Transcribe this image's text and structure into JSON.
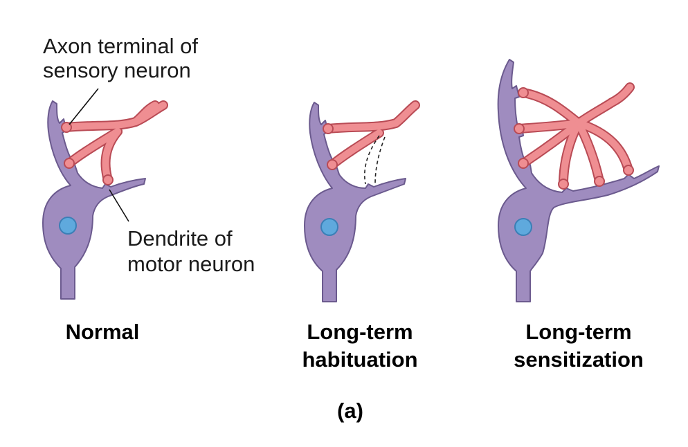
{
  "annotations": {
    "axon_line1": "Axon terminal of",
    "axon_line2": "sensory neuron",
    "dendrite_line1": "Dendrite of",
    "dendrite_line2": "motor neuron"
  },
  "panels": [
    {
      "caption": [
        "Normal"
      ]
    },
    {
      "caption": [
        "Long-term",
        "habituation"
      ]
    },
    {
      "caption": [
        "Long-term",
        "sensitization"
      ]
    }
  ],
  "figure_label": "(a)",
  "colors": {
    "motor_neuron": "#9f8cbf",
    "sensory_axon": "#ef8e92",
    "nucleus": "#5fa9dd"
  }
}
